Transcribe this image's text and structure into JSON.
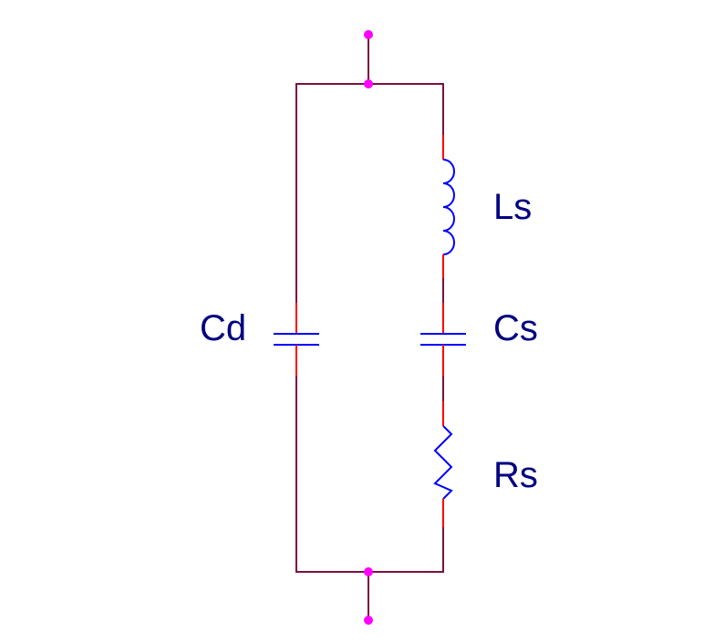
{
  "components": {
    "cd": {
      "label": "Cd"
    },
    "ls": {
      "label": "Ls"
    },
    "cs": {
      "label": "Cs"
    },
    "rs": {
      "label": "Rs"
    }
  },
  "colors": {
    "wire": "#7a1040",
    "pin": "#ff0000",
    "component": "#0000ff",
    "terminal": "#ff00ff",
    "label": "#000080"
  }
}
